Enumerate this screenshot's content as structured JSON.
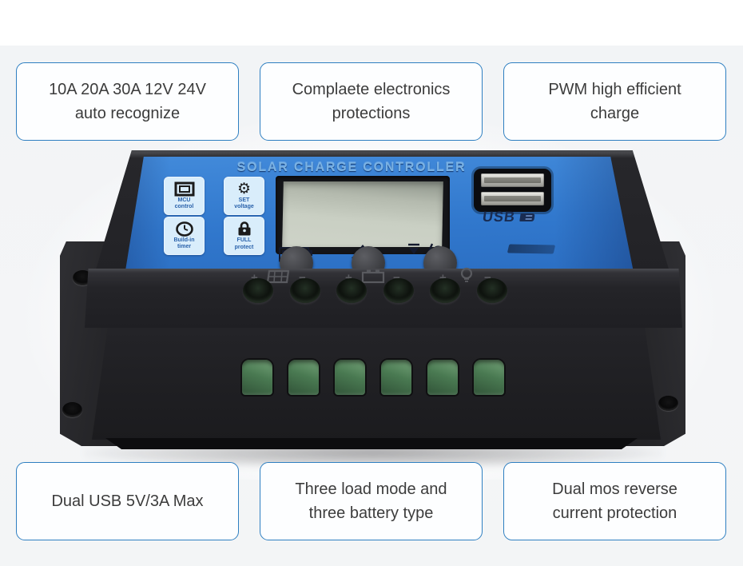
{
  "colors": {
    "accent_border_blue": "#2e7fc1",
    "panel_blue": "#3380d2",
    "tile_light_blue": "#d9edfb",
    "body_black": "#232327",
    "terminal_green": "#4e7d55",
    "background_gray": "#f3f5f7",
    "box_text": "#3c3c3c",
    "navy_label": "#192c52"
  },
  "feature_boxes": {
    "top": [
      {
        "lines": [
          "10A 20A 30A 12V 24V",
          "auto recognize"
        ]
      },
      {
        "lines": [
          "Complaete electronics",
          "protections"
        ]
      },
      {
        "lines": [
          "PWM high efficient",
          "charge"
        ]
      }
    ],
    "bottom": [
      {
        "lines": [
          "Dual USB 5V/3A Max"
        ]
      },
      {
        "lines": [
          "Three load mode and",
          "three battery type"
        ]
      },
      {
        "lines": [
          "Dual mos reverse",
          "current protection"
        ]
      }
    ]
  },
  "device": {
    "panel_title": "SOLAR CHARGE CONTROLLER",
    "tiles": [
      {
        "icon": "mcu-icon",
        "lines": [
          "MCU",
          "control"
        ]
      },
      {
        "icon": "gear-icon",
        "lines": [
          "SET",
          "voltage"
        ]
      },
      {
        "icon": "clock-icon",
        "lines": [
          "Build-in",
          "timer"
        ]
      },
      {
        "icon": "lock-icon",
        "lines": [
          "FULL",
          "protect"
        ]
      }
    ],
    "usb_label": "USB",
    "terminals": {
      "groups": [
        {
          "icon": "solar-panel-icon",
          "plus": "+",
          "minus": "−"
        },
        {
          "icon": "battery-icon",
          "plus": "+",
          "minus": "−"
        },
        {
          "icon": "lamp-icon",
          "plus": "+",
          "minus": "−"
        }
      ]
    }
  },
  "icons": {
    "gear_glyph": "⚙",
    "map": [
      "mcu-icon",
      "gear-icon",
      "clock-icon",
      "lock-icon",
      "battery-level-icon",
      "charge-arrow-icon",
      "day-night-icon",
      "usb-plug-icon",
      "solar-panel-icon",
      "battery-icon",
      "lamp-icon"
    ]
  }
}
